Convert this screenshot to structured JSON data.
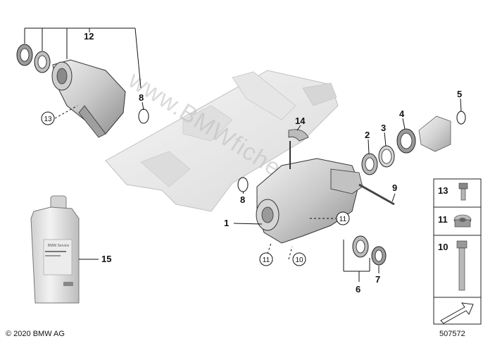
{
  "callouts": {
    "c1": "1",
    "c2": "2",
    "c3": "3",
    "c4": "4",
    "c5": "5",
    "c6": "6",
    "c7": "7",
    "c8a": "8",
    "c8b": "8",
    "c9": "9",
    "c12": "12",
    "c14": "14",
    "c15": "15"
  },
  "circled_refs": {
    "r13": "13",
    "r11a": "11",
    "r11b": "11",
    "r10": "10"
  },
  "legend": {
    "items": [
      {
        "label": "13",
        "icon": "bolt-short-icon"
      },
      {
        "label": "11",
        "icon": "hex-plug-icon"
      },
      {
        "label": "10",
        "icon": "bolt-long-icon"
      }
    ],
    "nav_icon": "arrow-down-right-icon"
  },
  "watermark": "www.BMWfiche.pl",
  "bottle_label": {
    "brand": "BMW Service",
    "line1": "",
    "line2": ""
  },
  "footer": {
    "copyright": "© 2020 BMW AG",
    "diagram_number": "507572"
  },
  "colors": {
    "part_fill": "#dcdcdc",
    "part_shade": "#a8a8a8",
    "line": "#111111",
    "pan_fill": "#e6e6e6"
  }
}
